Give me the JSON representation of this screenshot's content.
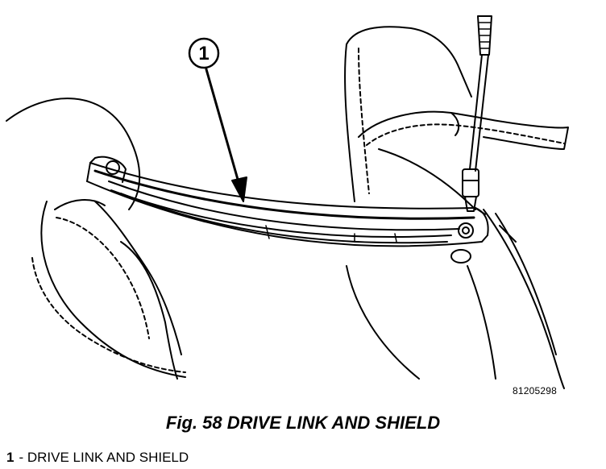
{
  "figure": {
    "callouts": [
      {
        "number": "1"
      }
    ],
    "image_id": "81205298",
    "caption": "Fig. 58 DRIVE LINK AND SHIELD"
  },
  "legend": [
    {
      "number": "1",
      "separator": "-",
      "label": "DRIVE LINK AND SHIELD"
    }
  ]
}
